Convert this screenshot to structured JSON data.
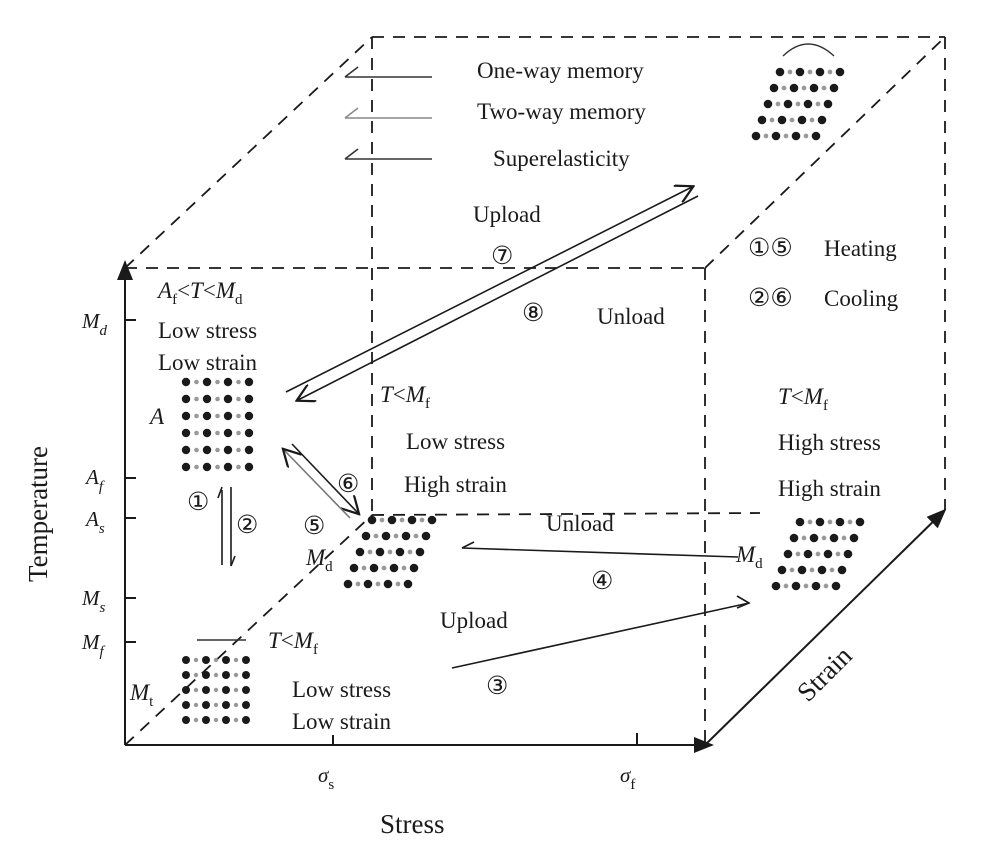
{
  "legend": {
    "one_way": "One-way memory",
    "two_way": "Two-way memory",
    "superelasticity": "Superelasticity"
  },
  "axes": {
    "x_label": "Stress",
    "y_label": "Temperature",
    "z_label": "Strain",
    "x_tick_s": "σ",
    "x_tick_s_sub": "s",
    "x_tick_f": "σ",
    "x_tick_f_sub": "f",
    "y_md": "M",
    "y_md_sub": "d",
    "y_af": "A",
    "y_af_sub": "f",
    "y_as": "A",
    "y_as_sub": "s",
    "y_ms": "M",
    "y_ms_sub": "s",
    "y_mf": "M",
    "y_mf_sub": "f"
  },
  "key": {
    "heating_symbols": "①⑤",
    "heating": "Heating",
    "cooling_symbols": "②⑥",
    "cooling": "Cooling"
  },
  "states": {
    "austenite": {
      "cond_a": "A",
      "cond_a_sub": "f",
      "cond_lt1": "<",
      "cond_t": "T",
      "cond_lt2": "<",
      "cond_m": "M",
      "cond_m_sub": "d",
      "stress": "Low stress",
      "strain": "Low strain",
      "phase": "A"
    },
    "twinned": {
      "cond_t": "T",
      "cond_lt": "<",
      "cond_m": "M",
      "cond_m_sub": "f",
      "stress": "Low stress",
      "strain": "Low strain",
      "phase": "M",
      "phase_sub": "t"
    },
    "detwinned_low": {
      "cond_t": "T",
      "cond_lt": "<",
      "cond_m": "M",
      "cond_m_sub": "f",
      "stress": "Low stress",
      "strain": "High strain",
      "phase": "M",
      "phase_sub": "d"
    },
    "detwinned_high": {
      "cond_t": "T",
      "cond_lt": "<",
      "cond_m": "M",
      "cond_m_sub": "f",
      "stress": "High stress",
      "strain": "High strain",
      "phase": "M",
      "phase_sub": "d"
    }
  },
  "paths": {
    "upload_top": "Upload",
    "unload_top": "Unload",
    "unload_mid": "Unload",
    "upload_bottom": "Upload",
    "n1": "①",
    "n2": "②",
    "n3": "③",
    "n4": "④",
    "n5": "⑤",
    "n6": "⑥",
    "n7": "⑦",
    "n8": "⑧"
  }
}
